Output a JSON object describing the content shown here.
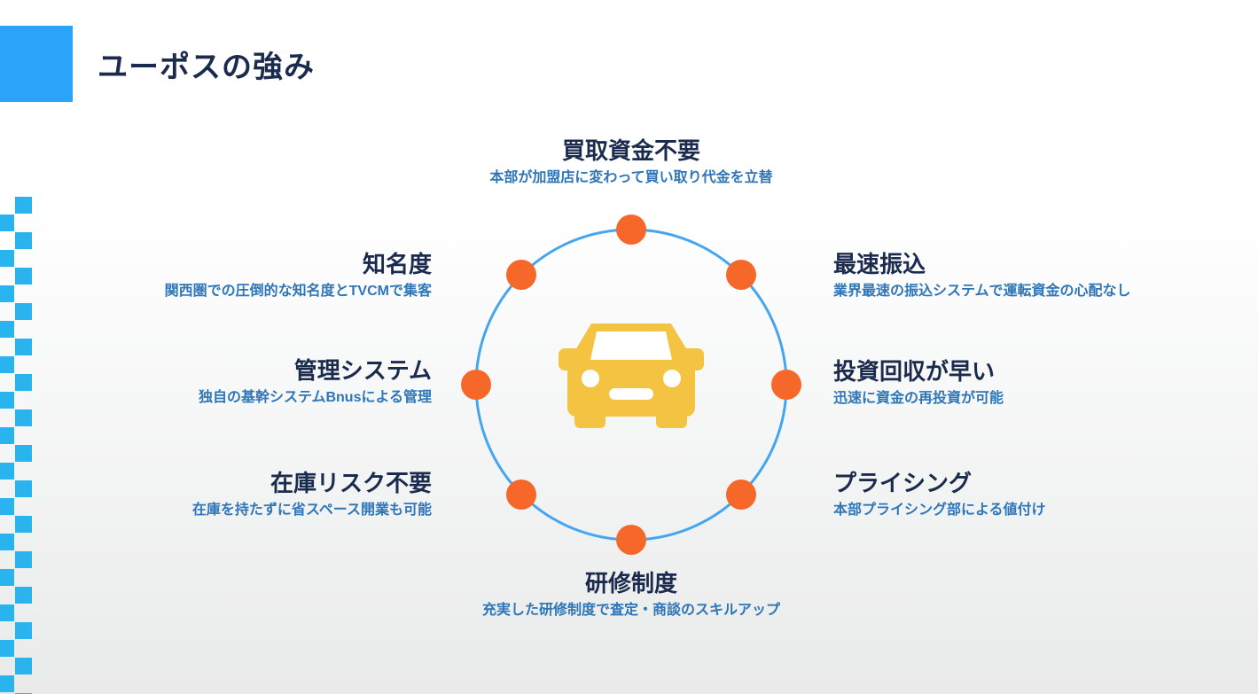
{
  "slide": {
    "title": "ユーポスの強み"
  },
  "diagram": {
    "center_icon": "car-icon",
    "items": [
      {
        "position": "top",
        "title": "買取資金不要",
        "subtitle": "本部が加盟店に変わって買い取り代金を立替"
      },
      {
        "position": "right-top",
        "title": "最速振込",
        "subtitle": "業界最速の振込システムで運転資金の心配なし"
      },
      {
        "position": "right-middle",
        "title": "投資回収が早い",
        "subtitle": "迅速に資金の再投資が可能"
      },
      {
        "position": "right-bottom",
        "title": "プライシング",
        "subtitle": "本部プライシング部による値付け"
      },
      {
        "position": "bottom",
        "title": "研修制度",
        "subtitle": "充実した研修制度で査定・商談のスキルアップ"
      },
      {
        "position": "left-bottom",
        "title": "在庫リスク不要",
        "subtitle": "在庫を持たずに省スペース開業も可能"
      },
      {
        "position": "left-middle",
        "title": "管理システム",
        "subtitle": "独自の基幹システムBnusによる管理"
      },
      {
        "position": "left-top",
        "title": "知名度",
        "subtitle": "関西圏での圧倒的な知名度とTVCMで集客"
      }
    ]
  },
  "colors": {
    "accent": "#2AA4F8",
    "checker": "#29B3EF",
    "circle": "#44A6F0",
    "dot": "#F5682A",
    "car": "#F5C342",
    "navy": "#1B2B4D",
    "subtitle_blue": "#2E76B8",
    "bg_bottom": "#E9EAEA"
  }
}
